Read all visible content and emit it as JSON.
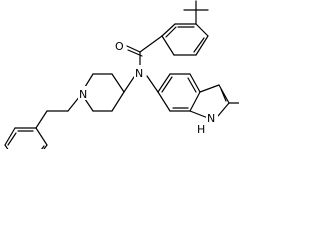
{
  "molecule": {
    "atoms": {
      "oxygen": "O",
      "amide_nitrogen": "N",
      "piperidine_nitrogen": "N",
      "indole_nitrogen": "N",
      "indole_hydrogen": "H"
    }
  }
}
